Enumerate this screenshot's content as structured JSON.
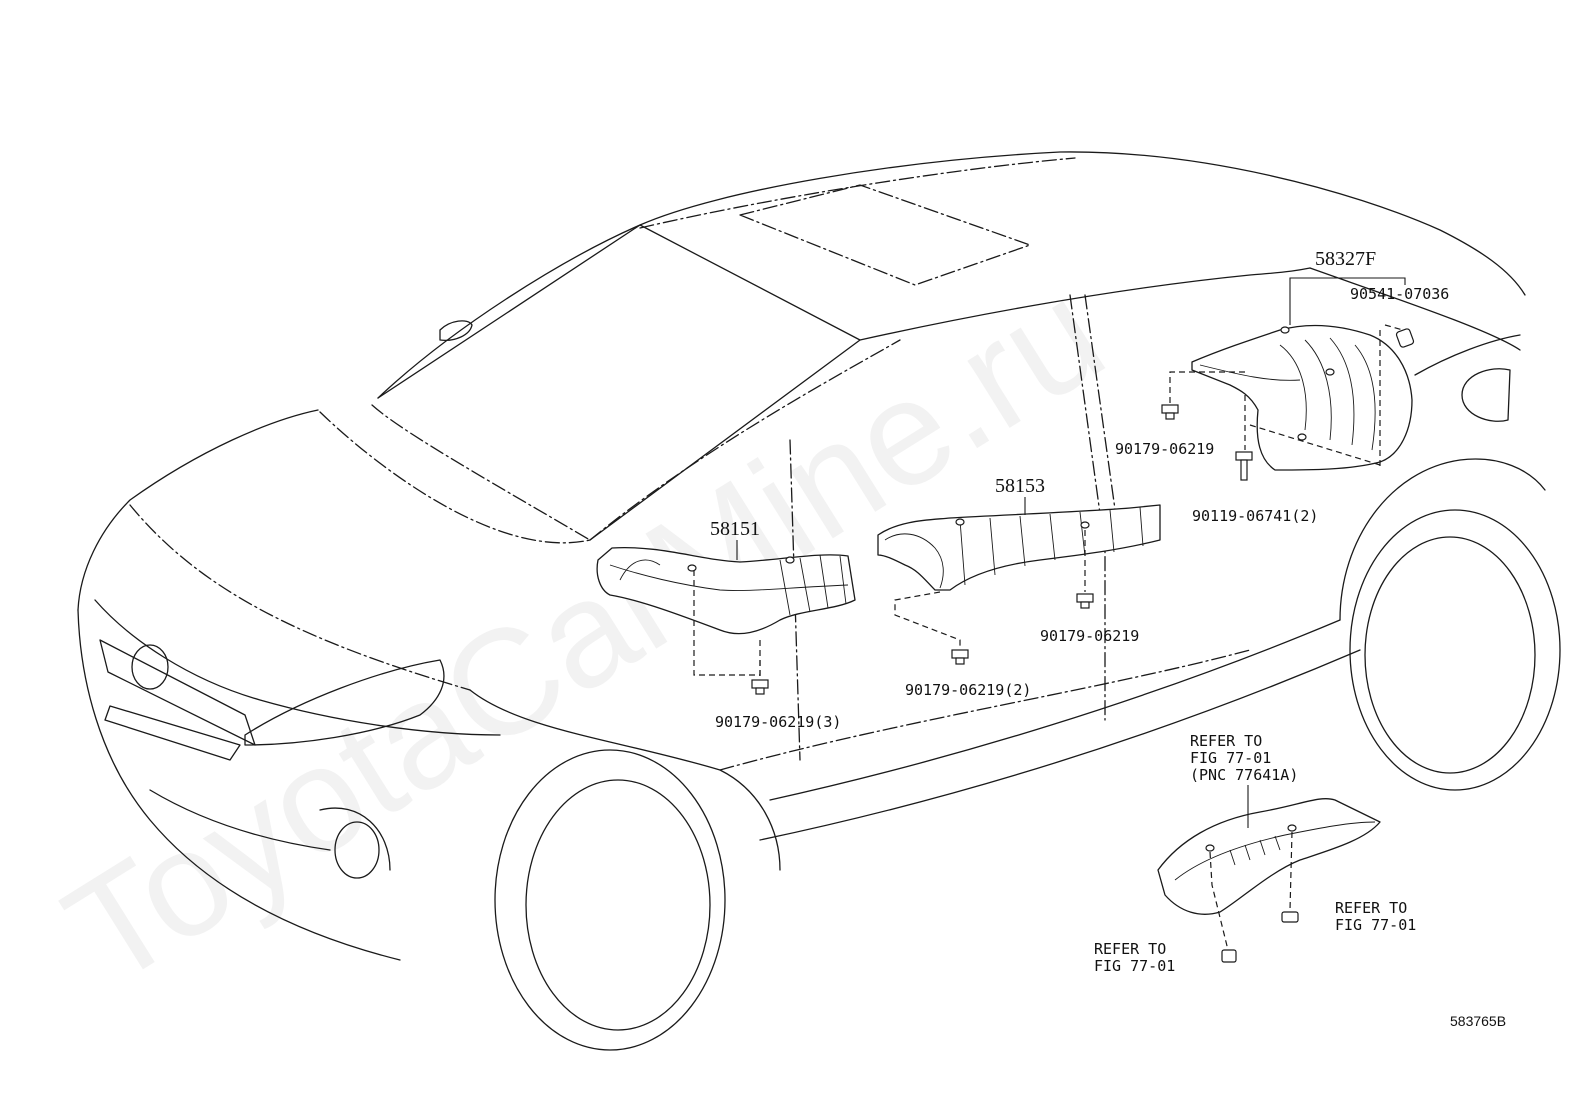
{
  "watermark": "ToyotaCarMine.ru",
  "parts": {
    "p58151": "58151",
    "p58153": "58153",
    "p58327F": "58327F"
  },
  "fasteners": {
    "f1": "90179-06219(3)",
    "f2": "90179-06219(2)",
    "f3": "90179-06219",
    "f4": "90179-06219",
    "f5": "90119-06741(2)",
    "f6": "90541-07036"
  },
  "refs": {
    "r1_line1": "REFER TO",
    "r1_line2": "FIG 77-01",
    "r1_line3": "(PNC 77641A)",
    "r2_line1": "REFER TO",
    "r2_line2": "FIG 77-01",
    "r3_line1": "REFER TO",
    "r3_line2": "FIG 77-01"
  },
  "diagram_code": "583765B"
}
